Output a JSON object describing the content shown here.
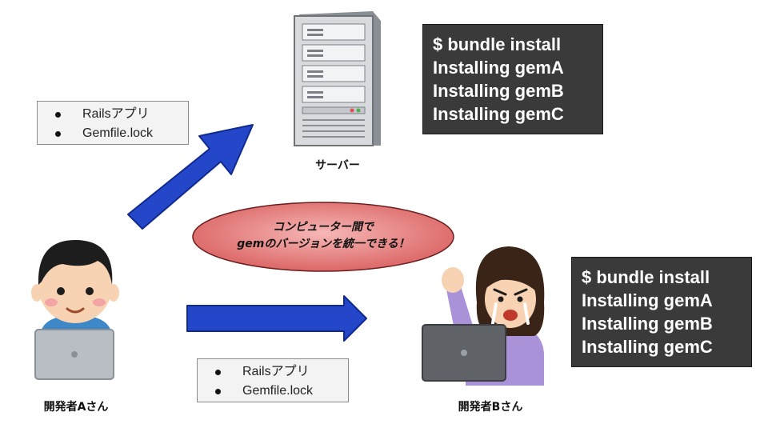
{
  "server": {
    "label": "サーバー"
  },
  "server_terminal": {
    "lines": [
      "$ bundle install",
      "Installing gemA",
      "Installing gemB",
      "Installing gemC"
    ]
  },
  "dev_b_terminal": {
    "lines": [
      "$ bundle install",
      "Installing gemA",
      "Installing gemB",
      "Installing gemC"
    ]
  },
  "files_to_server": {
    "items": [
      "Railsアプリ",
      "Gemfile.lock"
    ]
  },
  "files_to_dev_b": {
    "items": [
      "Railsアプリ",
      "Gemfile.lock"
    ]
  },
  "bubble": {
    "line1": "コンピューター間で",
    "line2": "gemのバージョンを統一できる！"
  },
  "developer_a": {
    "label": "開発者Aさん"
  },
  "developer_b": {
    "label": "開発者Bさん"
  },
  "colors": {
    "arrow": "#2446c8",
    "terminal_bg": "#3a3a3a",
    "bubble": "#e0706f"
  }
}
